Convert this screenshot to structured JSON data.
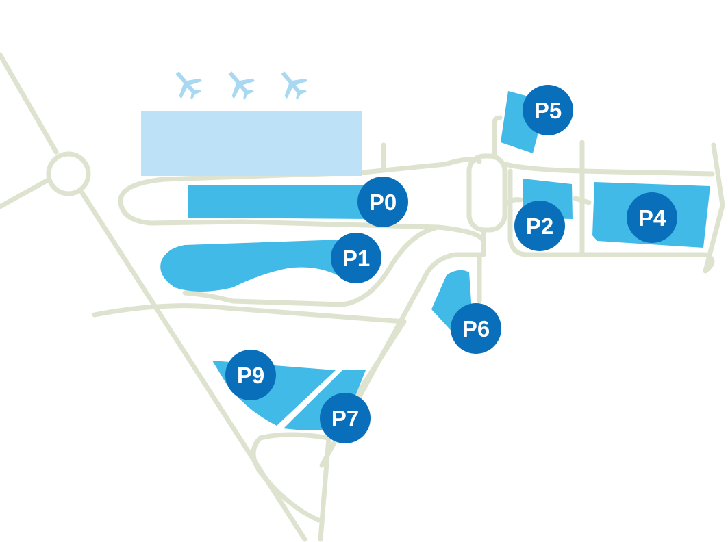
{
  "colors": {
    "road": "#dde3cf",
    "parking_lot": "#41bae8",
    "terminal": "#bde1f7",
    "plane": "#a9d8f1",
    "badge": "#0a6fba",
    "badge_text": "#ffffff"
  },
  "icons": [
    "airplane-icon",
    "airplane-icon",
    "airplane-icon"
  ],
  "parking": [
    {
      "id": "p0",
      "label": "P0"
    },
    {
      "id": "p1",
      "label": "P1"
    },
    {
      "id": "p2",
      "label": "P2"
    },
    {
      "id": "p4",
      "label": "P4"
    },
    {
      "id": "p5",
      "label": "P5"
    },
    {
      "id": "p6",
      "label": "P6"
    },
    {
      "id": "p7",
      "label": "P7"
    },
    {
      "id": "p9",
      "label": "P9"
    }
  ]
}
